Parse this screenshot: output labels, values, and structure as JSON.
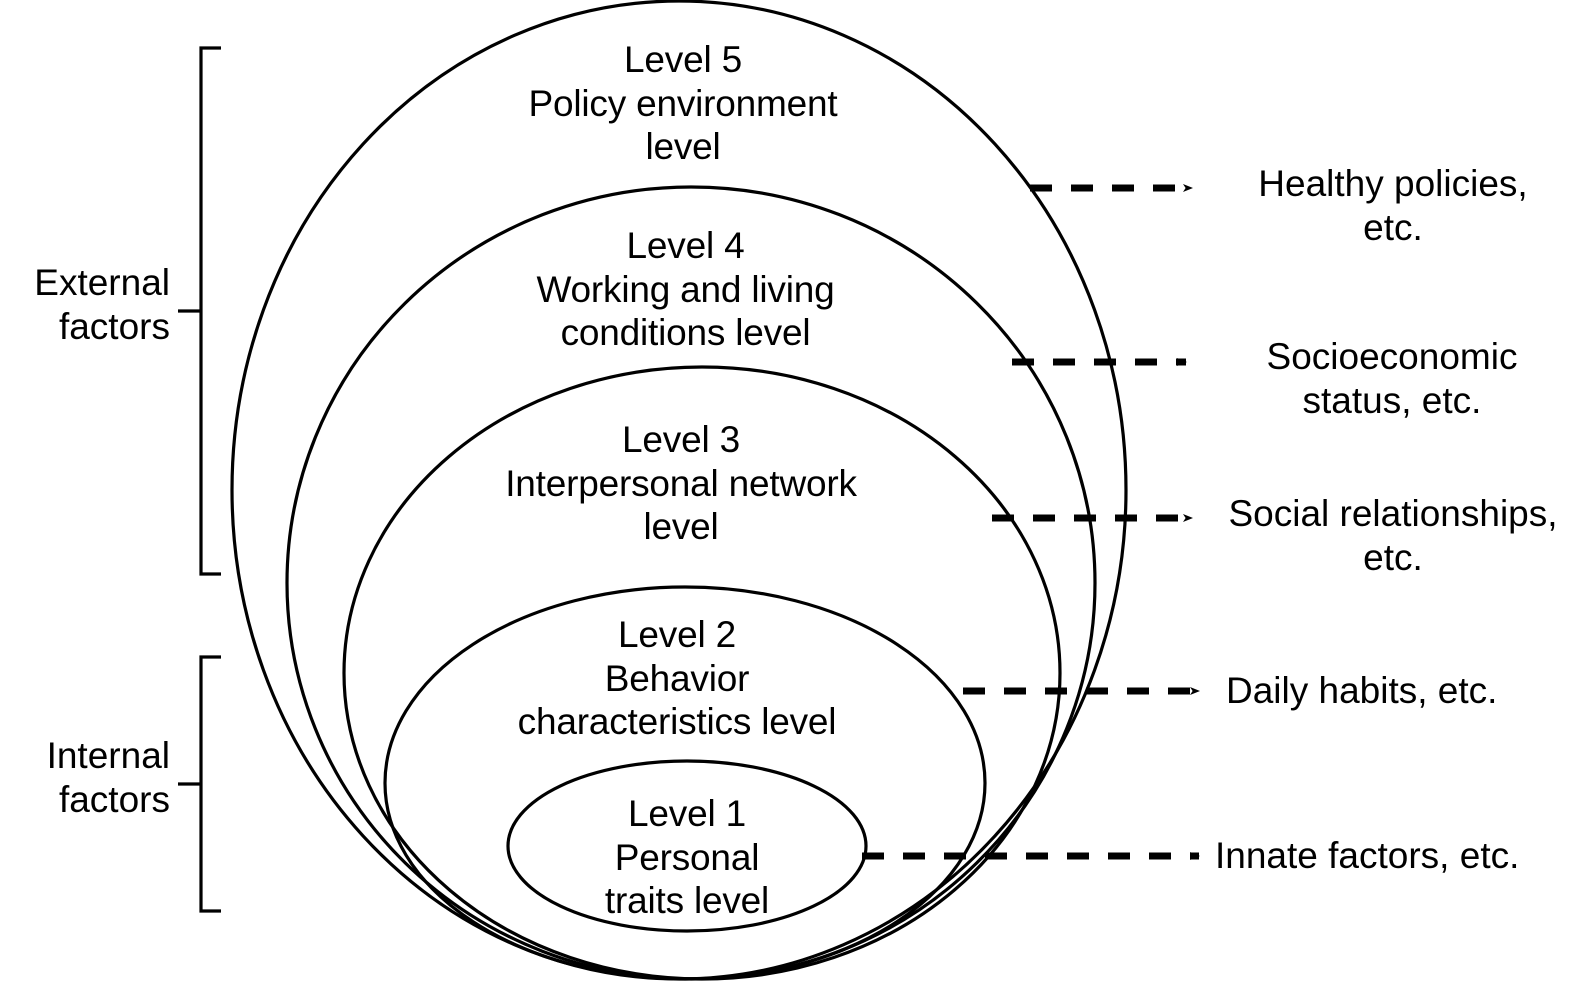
{
  "figure": {
    "type": "nested-ellipse-socioecological-model",
    "background_color": "#ffffff",
    "stroke_color": "#000000"
  },
  "levels": [
    {
      "id": "level-5",
      "number": "Level 5",
      "name": "Policy environment level",
      "text": "Level 5\nPolicy environment\nlevel",
      "group": "External factors"
    },
    {
      "id": "level-4",
      "number": "Level 4",
      "name": "Working and living conditions level",
      "text": "Level 4\nWorking and living\nconditions level",
      "group": "External factors"
    },
    {
      "id": "level-3",
      "number": "Level 3",
      "name": "Interpersonal network level",
      "text": "Level 3\nInterpersonal network\nlevel",
      "group": "External factors"
    },
    {
      "id": "level-2",
      "number": "Level 2",
      "name": "Behavior characteristics level",
      "text": "Level 2\nBehavior\ncharacteristics level",
      "group": "Internal factors"
    },
    {
      "id": "level-1",
      "number": "Level 1",
      "name": "Personal traits level",
      "text": "Level 1\nPersonal\ntraits level",
      "group": "Internal factors"
    }
  ],
  "brackets": [
    {
      "id": "external-factors",
      "label": "External\nfactors",
      "covers": [
        "Level 5",
        "Level 4",
        "Level 3"
      ]
    },
    {
      "id": "internal-factors",
      "label": "Internal\nfactors",
      "covers": [
        "Level 2",
        "Level 1"
      ]
    }
  ],
  "annotations": [
    {
      "id": "annotation-level-5",
      "for_level": "Level 5",
      "text": "Healthy policies,\netc.",
      "connector": "dashed-arrow"
    },
    {
      "id": "annotation-level-4",
      "for_level": "Level 4",
      "text": "Socioeconomic\nstatus, etc.",
      "connector": "dashed-arrow"
    },
    {
      "id": "annotation-level-3",
      "for_level": "Level 3",
      "text": "Social relationships,\netc.",
      "connector": "dashed-arrow"
    },
    {
      "id": "annotation-level-2",
      "for_level": "Level 2",
      "text": "Daily habits, etc.",
      "connector": "dashed-arrow"
    },
    {
      "id": "annotation-level-1",
      "for_level": "Level 1",
      "text": "Innate factors, etc.",
      "connector": "dashed-arrow"
    }
  ]
}
